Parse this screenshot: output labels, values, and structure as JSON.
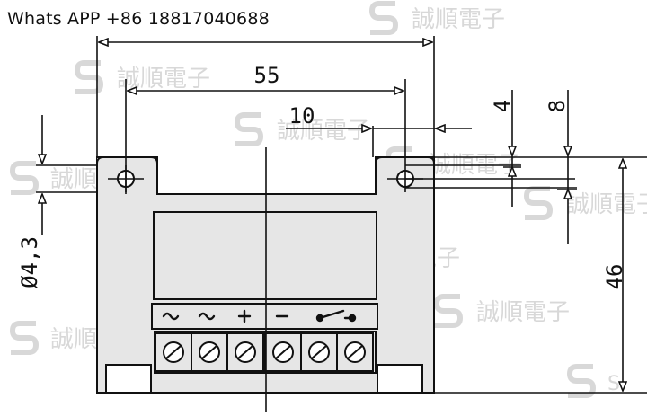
{
  "header": {
    "contact_text": "Whats APP +86 18817040688"
  },
  "watermark": {
    "text": "誠順電子",
    "logo_glyph": "S"
  },
  "dimensions": {
    "overall_width": "",
    "hole_spacing": "55",
    "hole_offset": "10",
    "hole_inset_top": "4",
    "hole_inset_side": "8",
    "height": "46",
    "hole_diameter": "Ø4,3"
  },
  "terminal_labels": [
    "~",
    "~",
    "+",
    "−",
    "switch"
  ],
  "colors": {
    "body_fill": "#e6e6e6",
    "line": "#111111",
    "watermark": "#d8d8d8"
  }
}
